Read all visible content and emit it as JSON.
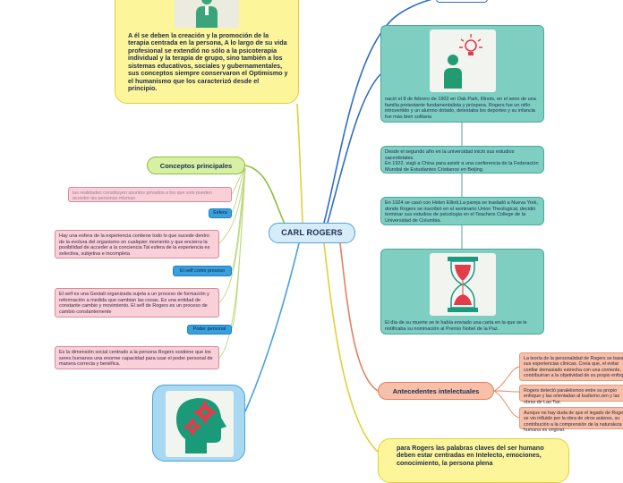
{
  "central": {
    "label": "CARL ROGERS"
  },
  "yellow_top": {
    "text": "A él se deben la creación y la promoción de la terapia centrada  en la persona, A lo largo de su vida profesional se extendió no sólo a la psicoterapia individual y la terapia de grupo, sino también a los sistemas educativos, sociales y gubernamentales, sus conceptos siempre conservaron el Optimismo  y el humanismo  que los caracterizó desde el principio.",
    "icon": "person-icon"
  },
  "conceptos": {
    "label": "Conceptos principales",
    "items": [
      {
        "type": "note",
        "text": "las realidades constituyen asuntos privados  a los que solo pueden acceder las personas mismas"
      },
      {
        "type": "tag",
        "text": "Esfera"
      },
      {
        "type": "note",
        "text": "Hay una esfera de la experiencia contiene todo lo que sucede dentro de la evolura del organismo en cualquier momento y que encierra la posibilidad de acceder a la conciencia   Tal esfera de la experiencia es selectiva, subjetiva e incompleta"
      },
      {
        "type": "tag",
        "text": "El self como proceso"
      },
      {
        "type": "note",
        "text": "El self es una Gestalt organizada sujeta  a un proceso de formación y reformación a medida que cambian las cosas. Es una entidad de constante cambio y movimiento. El self de Rogers es un proceso de cambio constantemente"
      },
      {
        "type": "tag",
        "text": "Poder personal"
      },
      {
        "type": "note",
        "text": "Es la dimensión social centrado a la persona Rogers sostiene que los seres humanos una enorme capacidad para usar el poder personal de manera correcta y benéfica."
      }
    ]
  },
  "bio": [
    {
      "text": "nació el 8 de febrero de 1902 en Oak Park, Illinois, en el seno de una familia protestante fundamentalista y próspera. Rogers fue un niño introvertido y un alumno dotado, detestaba los deportes y su infancia fue más bien solitaria",
      "icon": "thinking-person-icon"
    },
    {
      "text": "Desde el segundo año en la universidad inició sus estudios sacerdotales.\n En  1922, viajó a China para asistir a una conferencia de la Federación Mundial de Estudiantes Cristianos en Beijing."
    },
    {
      "text": "En 1924 se casó con Helen Elliott,La pareja se trasladó a Nueva York, donde Rogers se inscribió en el seminario Union Theological, decidió terminar sus estudios de psicología en el Teachers College de la Universidad de Columbia."
    },
    {
      "text": "El día de su muerte se le había enviado una carta en la que se le notificaba su nominación al Premio Nobel de la Paz.",
      "icon": "hourglass-icon"
    }
  ],
  "antecedentes": {
    "label": "Antecedentes intelectuales",
    "items": [
      {
        "text": "La teoría de la personalidad de Rogers se basa en sus experiencias clínicas. Creía que, el evitar confiar demasiado estrecha con una corriente, contribuirían a la objetividad de su propio enfoque."
      },
      {
        "text": "Rogers detectó paralelismos entre su propio enfoque y las orientadas al budismo zen y las obras de Lao Tse."
      },
      {
        "text": "Aunque no hay duda de que el legado de Rogers se vio influido por la obra de otros autores, su contribución a la comprensión de la naturaleza humana es original."
      }
    ]
  },
  "brain": {
    "icon": "brain-gears-icon"
  },
  "yellow_bottom": {
    "text": "para Rogers las palabras claves del ser humano deben estar centradas en Intelecto, emociones, conocimiento, la persona plena"
  },
  "colors": {
    "central_border": "#4fa4d8",
    "yellow": "#fdf59a",
    "green": "#d8f0a4",
    "teal": "#7ecec2",
    "salmon": "#f8c0a8",
    "pink": "#f9cfd8",
    "tag_blue": "#39a0e0"
  }
}
